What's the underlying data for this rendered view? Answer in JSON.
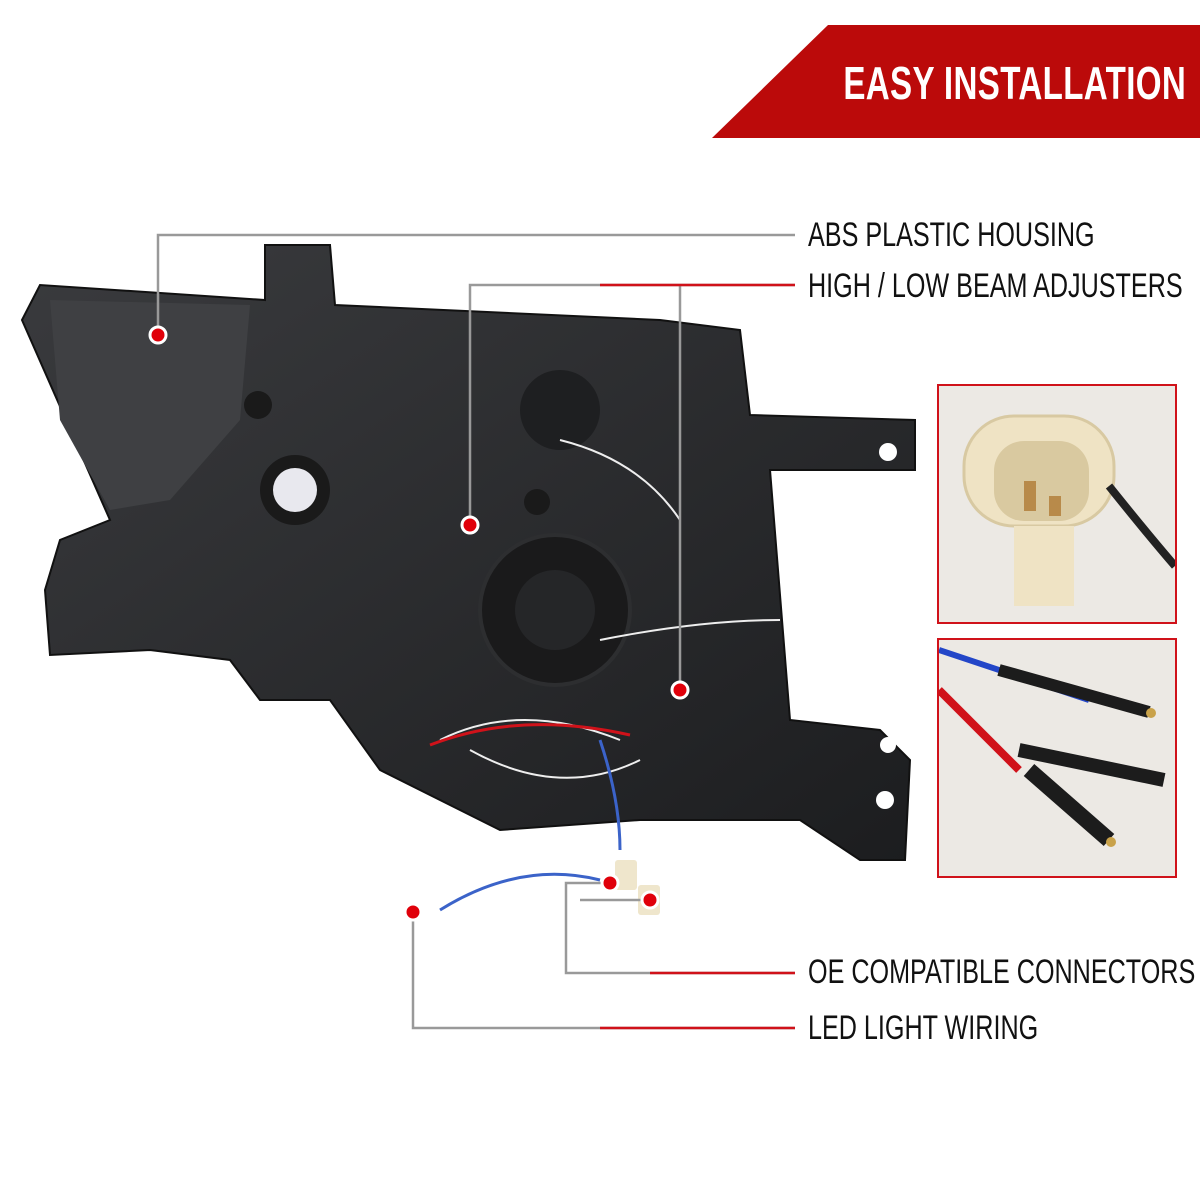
{
  "banner": {
    "title": "EASY INSTALLATION",
    "color": "#bb0a0a"
  },
  "callouts": [
    {
      "label": "ABS PLASTIC HOUSING"
    },
    {
      "label": "HIGH / LOW BEAM ADJUSTERS"
    },
    {
      "label": "OE COMPATIBLE CONNECTORS"
    },
    {
      "label": "LED LIGHT WIRING"
    }
  ],
  "colors": {
    "accent": "#d0121a",
    "marker": "#e0000a",
    "housing": "#2a2b2d"
  }
}
